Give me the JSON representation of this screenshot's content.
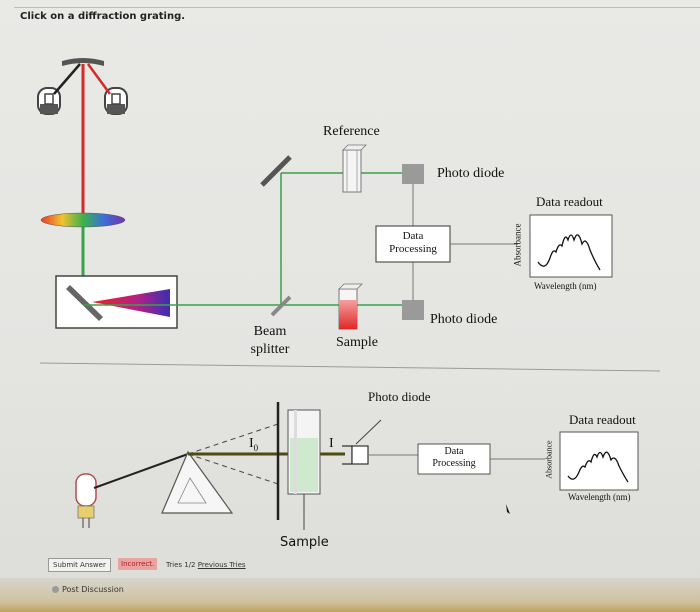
{
  "question": "Click on a diffraction grating.",
  "upper_diagram": {
    "reference_label": "Reference",
    "photo_diode_top_label": "Photo diode",
    "data_readout_label": "Data readout",
    "data_processing_line1": "Data",
    "data_processing_line2": "Processing",
    "absorbance_label": "Absorbance",
    "wavelength_label": "Wavelength (nm)",
    "photo_diode_bottom_label": "Photo diode",
    "beam_splitter_line1": "Beam",
    "beam_splitter_line2": "splitter",
    "sample_label": "Sample"
  },
  "lower_diagram": {
    "photo_diode_label": "Photo diode",
    "data_readout_label": "Data readout",
    "i0_label": "I",
    "i0_subscript": "0",
    "i_label": "I",
    "data_processing_line1": "Data",
    "data_processing_line2": "Processing",
    "absorbance_label": "Absorbance",
    "wavelength_label": "Wavelength (nm)",
    "sample_label": "Sample"
  },
  "footer": {
    "submit_label": "Submit Answer",
    "status_label": "Incorrect.",
    "tries_label": "Tries 1/2",
    "previous_tries_label": "Previous Tries",
    "post_discussion_label": "Post Discussion"
  },
  "colors": {
    "beam_green": "#3aa14a",
    "beam_red": "#d42a2a",
    "status_bg": "#e9a4a2"
  }
}
